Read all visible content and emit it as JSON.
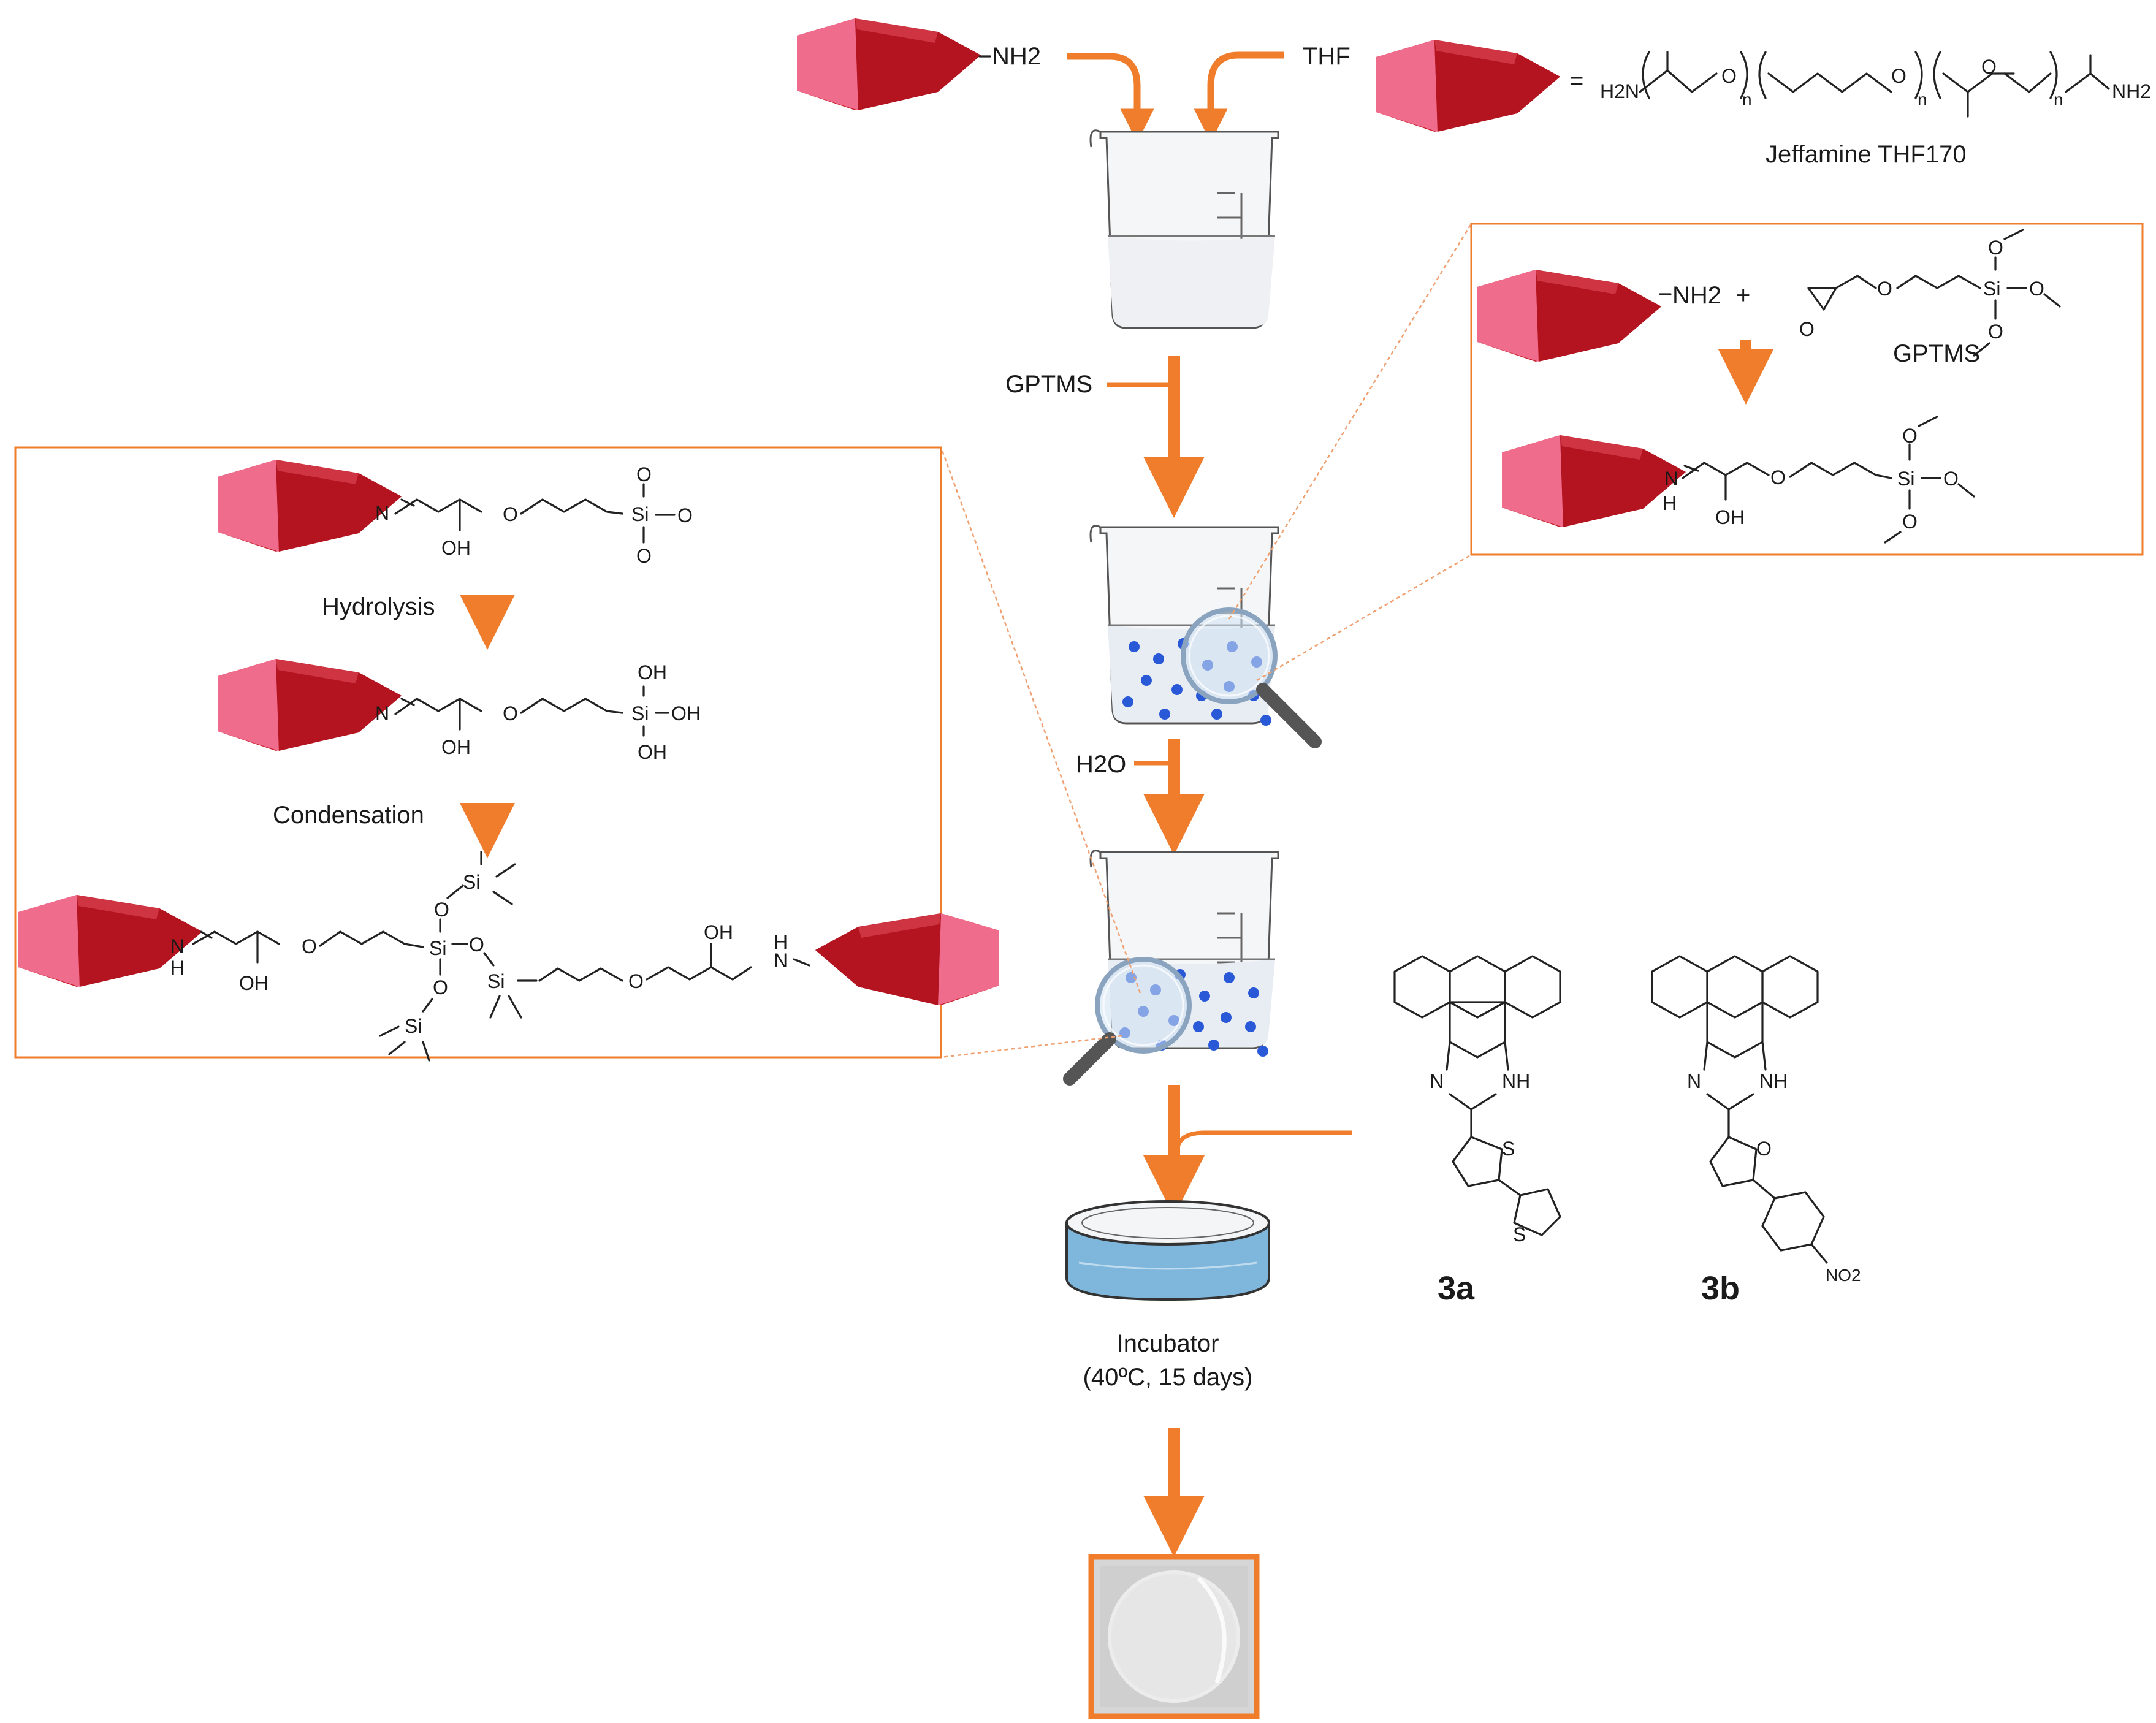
{
  "top": {
    "amine_label": "NH2",
    "thf_label": "THF",
    "equals_sign": "=",
    "jeffamine_formula": {
      "h2n": "H2N",
      "o": "O",
      "n": "n",
      "nh2": "NH2"
    },
    "jeffamine_name": "Jeffamine THF170"
  },
  "flow": {
    "gptms_label": "GPTMS",
    "water_label": "H2O",
    "incubator_line1": "Incubator",
    "incubator_line2": "(40ºC, 15 days)"
  },
  "right_box": {
    "amine_label": "NH2",
    "plus_sign": "+",
    "gptms_label": "GPTMS",
    "atoms": {
      "o": "O",
      "si": "Si",
      "n": "N",
      "h": "H",
      "oh": "OH"
    }
  },
  "left_box": {
    "hydrolysis_label": "Hydrolysis",
    "condensation_label": "Condensation",
    "atoms": {
      "n": "N",
      "h": "H",
      "oh": "OH",
      "o": "O",
      "si": "Si"
    }
  },
  "compounds": {
    "compound_a_label": "3a",
    "compound_b_label": "3b",
    "nh_label": "NH",
    "n_label": "N",
    "s_label": "S",
    "o_label": "O",
    "no2_label": "NO2"
  },
  "colors": {
    "arrow": "#ef7d2c",
    "box_border": "#ef7d2c",
    "polymer_block": "#c81e2b",
    "polymer_face": "#f06c8c",
    "bead": "#2a59d8",
    "liquid": "#9ec9e6"
  },
  "icons": [
    "red-polymer-block-icon",
    "beaker-icon",
    "magnifier-icon",
    "petri-dish-icon",
    "membrane-photo-icon"
  ]
}
